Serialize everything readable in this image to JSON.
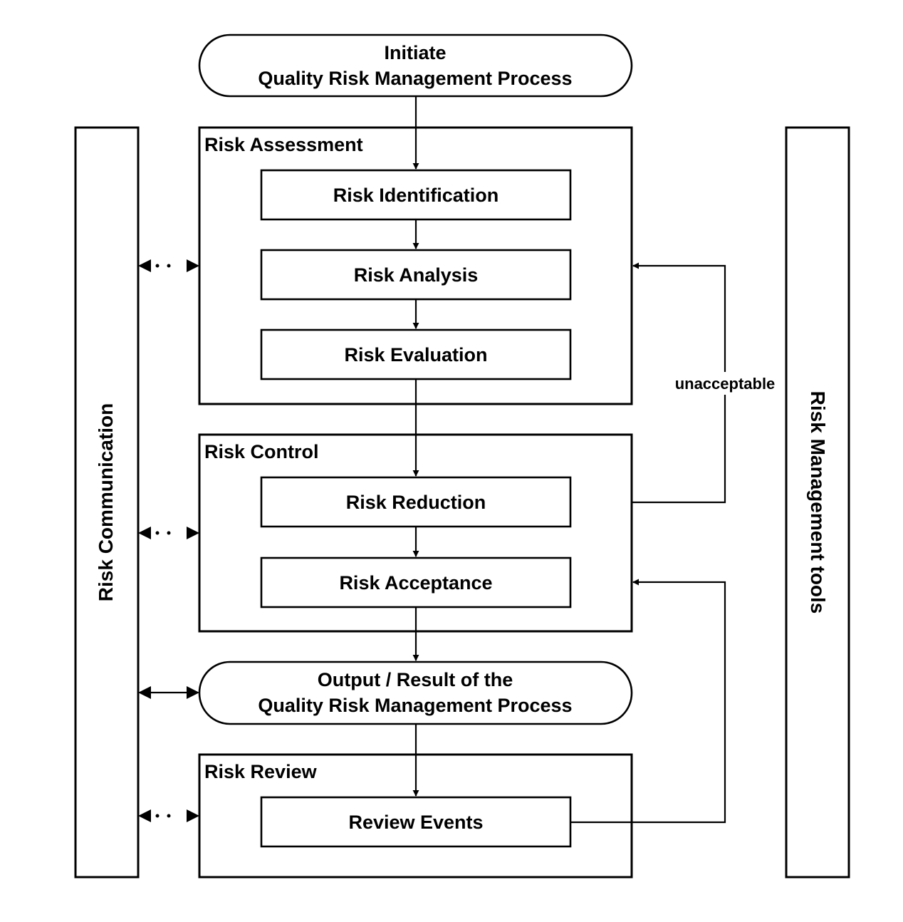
{
  "start": {
    "line1": "Initiate",
    "line2": "Quality Risk Management Process"
  },
  "assessment": {
    "title": "Risk Assessment",
    "steps": [
      "Risk Identification",
      "Risk Analysis",
      "Risk Evaluation"
    ]
  },
  "control": {
    "title": "Risk Control",
    "steps": [
      "Risk Reduction",
      "Risk Acceptance"
    ]
  },
  "output": {
    "line1": "Output / Result of the",
    "line2": "Quality Risk Management Process"
  },
  "review": {
    "title": "Risk Review",
    "steps": [
      "Review Events"
    ]
  },
  "side": {
    "left": "Risk Communication",
    "right": "Risk Management tools"
  },
  "feedback_label": "unacceptable"
}
